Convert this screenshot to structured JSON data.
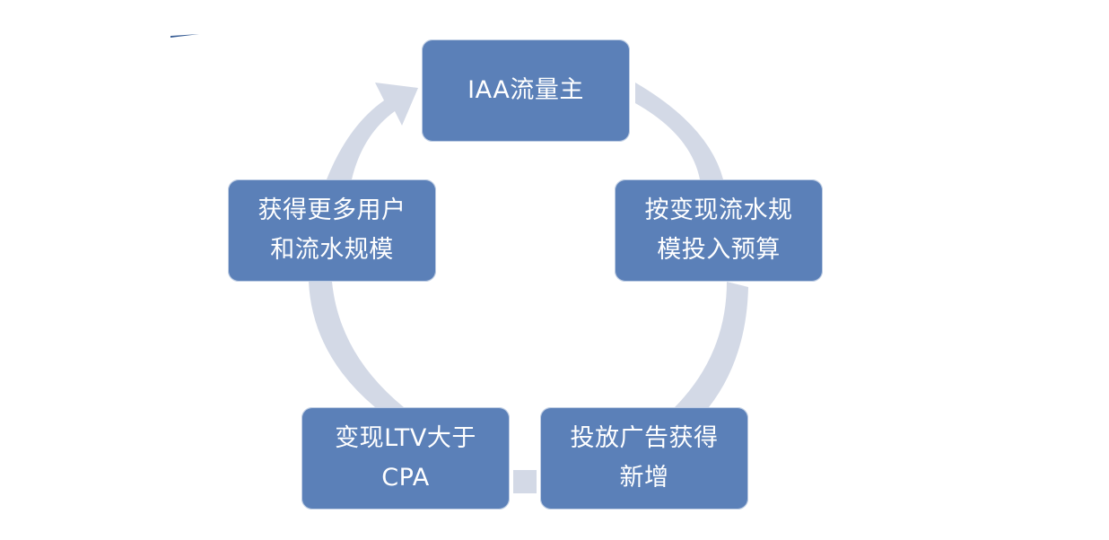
{
  "diagram": {
    "type": "cycle",
    "colors": {
      "node_fill": "#5b80b8",
      "connector": "#d3d9e6",
      "node_text": "#ffffff"
    },
    "nodes": [
      {
        "label": "IAA流量主"
      },
      {
        "label": "按变现流水规\n模投入预算"
      },
      {
        "label": "投放广告获得\n新增"
      },
      {
        "label": "变现LTV大于\nCPA"
      },
      {
        "label": "获得更多用户\n和流水规模"
      }
    ]
  }
}
